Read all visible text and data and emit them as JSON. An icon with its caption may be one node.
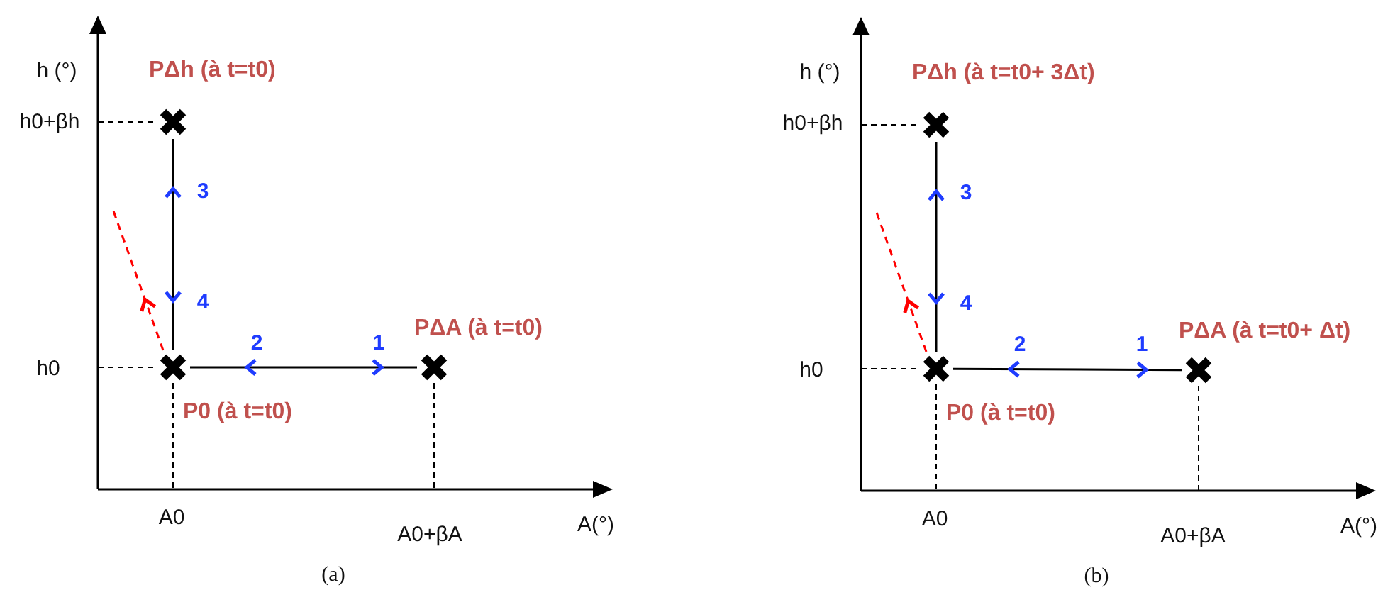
{
  "diagram": {
    "nodes": [
      {
        "text": [],
        "shape": "cross",
        "beside": [
          "PΔh (à t=t0)"
        ]
      },
      {
        "text": [],
        "shape": "cross",
        "beside": [
          "PΔA (à t=t0)"
        ]
      },
      {
        "text": [],
        "shape": "cross",
        "beside": [
          "P0 (à t=t0)"
        ]
      },
      {
        "text": [],
        "shape": "cross",
        "beside": [
          "PΔh (à t=t0+ 3Δt)"
        ]
      },
      {
        "text": [],
        "shape": "cross",
        "beside": [
          "PΔA (à t=t0+ Δt)"
        ]
      },
      {
        "text": [],
        "shape": "cross",
        "beside": [
          "P0 (à t=t0)"
        ]
      }
    ],
    "edges": [
      {
        "from": 0,
        "to": 2,
        "arrow": "both"
      },
      {
        "from": 2,
        "to": 1,
        "arrow": "both"
      },
      {
        "from": 3,
        "to": 5,
        "arrow": "both"
      },
      {
        "from": 5,
        "to": 4,
        "arrow": "both"
      }
    ],
    "labels": [
      "h (°)",
      "h0+βh",
      "3",
      "4",
      "2",
      "1",
      "h0",
      "A0",
      "A0+βA",
      "A(°)",
      "(a)",
      "h (°)",
      "h0+βh",
      "3",
      "4",
      "2",
      "1",
      "h0",
      "A0",
      "A0+βA",
      "A(°)",
      "(b)"
    ]
  }
}
